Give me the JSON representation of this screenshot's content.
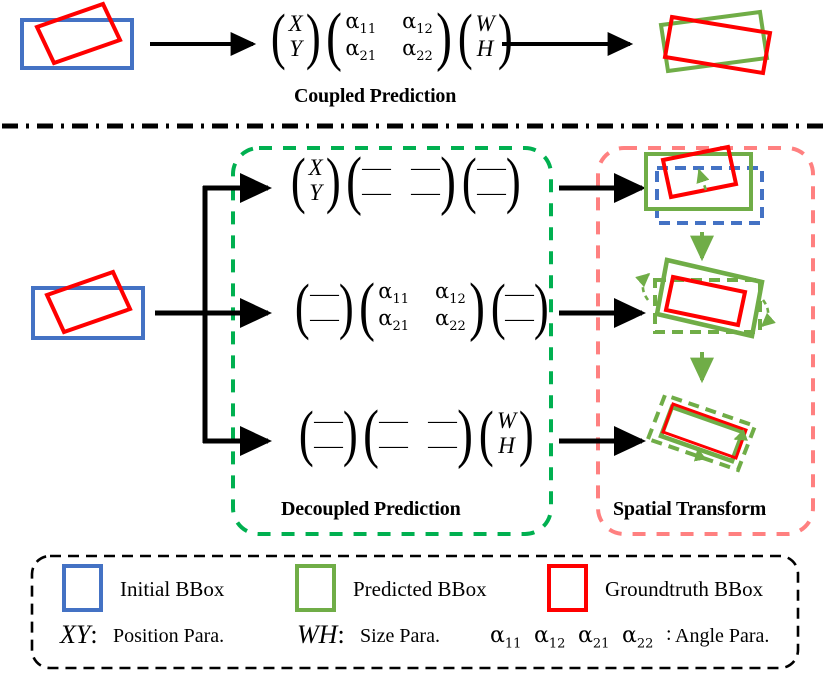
{
  "diagram": {
    "title_top": "Coupled Prediction",
    "title_decoupled": "Decoupled Prediction",
    "title_spatial": "Spatial Transform"
  },
  "colors": {
    "initial_bbox": "#4472C4",
    "predicted_bbox": "#70AD47",
    "groundtruth_bbox": "#FF0000",
    "decoupled_panel": "#00B050",
    "spatial_panel": "#FF8080",
    "arrow": "#000000",
    "divider": "#000000"
  },
  "coupled": {
    "vector_xy": {
      "top": "X",
      "bottom": "Y"
    },
    "matrix_alpha": {
      "r1c1": "α",
      "r1c1_sub": "11",
      "r1c2": "α",
      "r1c2_sub": "12",
      "r2c1": "α",
      "r2c1_sub": "21",
      "r2c2": "α",
      "r2c2_sub": "22"
    },
    "vector_wh": {
      "top": "W",
      "bottom": "H"
    }
  },
  "decoupled": {
    "rows": [
      {
        "name": "position-row",
        "vector_left": {
          "top": "X",
          "bottom": "Y"
        },
        "matrix": {
          "r1c1": "—",
          "r1c2": "—",
          "r2c1": "—",
          "r2c2": "—"
        },
        "vector_right": {
          "top": "—",
          "bottom": "—"
        }
      },
      {
        "name": "angle-row",
        "vector_left": {
          "top": "—",
          "bottom": "—"
        },
        "matrix": {
          "r1c1": "α",
          "r1c1_sub": "11",
          "r1c2": "α",
          "r1c2_sub": "12",
          "r2c1": "α",
          "r2c1_sub": "21",
          "r2c2": "α",
          "r2c2_sub": "22"
        },
        "vector_right": {
          "top": "—",
          "bottom": "—"
        }
      },
      {
        "name": "size-row",
        "vector_left": {
          "top": "—",
          "bottom": "—"
        },
        "matrix": {
          "r1c1": "—",
          "r1c2": "—",
          "r2c1": "—",
          "r2c2": "—"
        },
        "vector_right": {
          "top": "W",
          "bottom": "H"
        }
      }
    ]
  },
  "legend": {
    "items": [
      {
        "swatch_color": "#4472C4",
        "label": "Initial BBox"
      },
      {
        "swatch_color": "#70AD47",
        "label": "Predicted BBox"
      },
      {
        "swatch_color": "#FF0000",
        "label": "Groundtruth BBox"
      }
    ],
    "params": [
      {
        "symbol": "XY",
        "colon": ":",
        "label": "Position Para."
      },
      {
        "symbol": "WH",
        "colon": ":",
        "label": "Size Para."
      }
    ],
    "angle_symbols": [
      "α",
      "α",
      "α",
      "α"
    ],
    "angle_subs": [
      "11",
      "12",
      "21",
      "22"
    ],
    "angle_colon": ":",
    "angle_label": "Angle Para."
  }
}
